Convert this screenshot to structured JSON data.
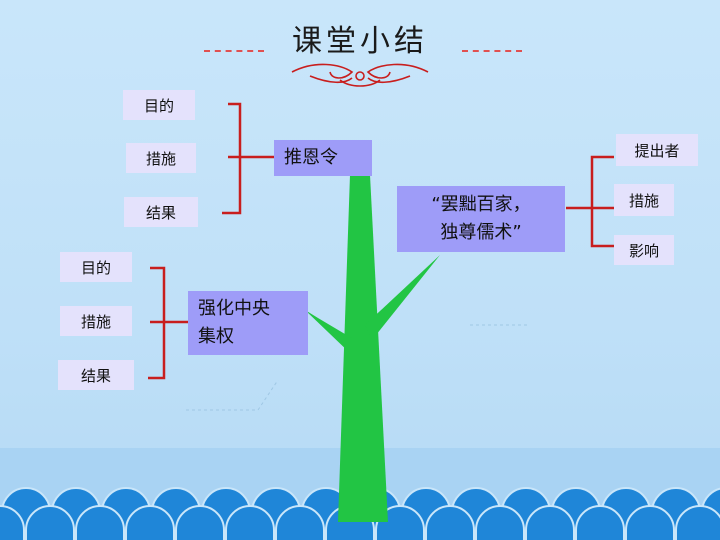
{
  "slide": {
    "title": "课堂小结",
    "colors": {
      "background": "#c9e6fa",
      "accent_red": "#c81e1e",
      "stem_green": "#22c544",
      "main_box": "#9e9cf8",
      "sub_box": "#e4e2fc",
      "wave_blue": "#1f86d8"
    }
  },
  "group_tuienling": {
    "main": "推恩令",
    "items": [
      "目的",
      "措施",
      "结果"
    ]
  },
  "group_zunru": {
    "main_line1": "“罢黜百家，",
    "main_line2": "独尊儒术”",
    "items": [
      "提出者",
      "措施",
      "影响"
    ]
  },
  "group_jiquan": {
    "main_line1": "强化中央",
    "main_line2": "集权",
    "items": [
      "目的",
      "措施",
      "结果"
    ]
  }
}
